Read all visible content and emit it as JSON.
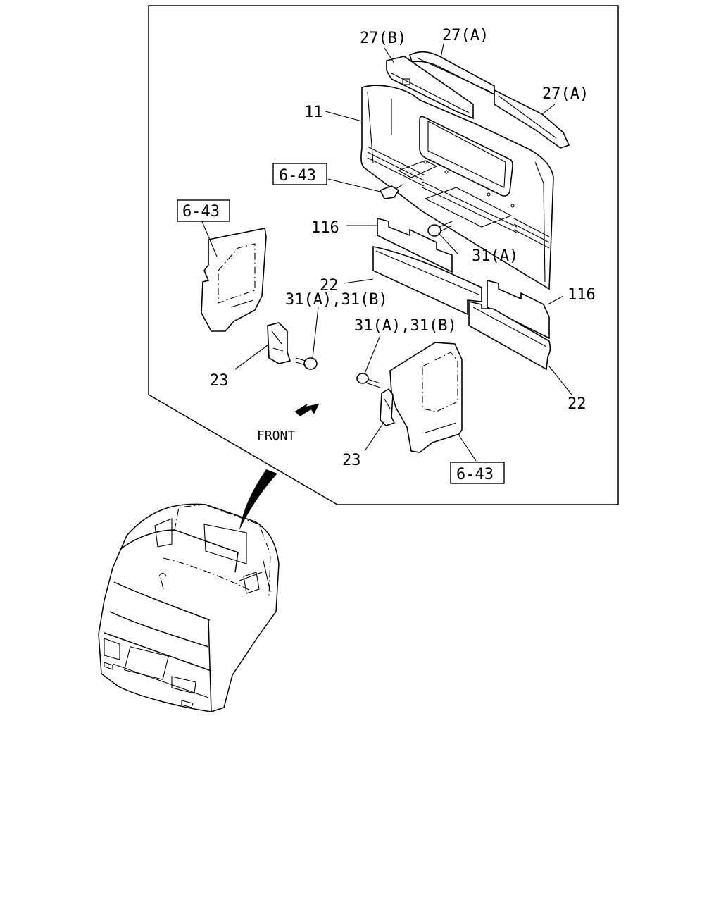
{
  "diagram": {
    "labels": {
      "p27b": "27(B)",
      "p27a_top": "27(A)",
      "p27a_right": "27(A)",
      "p11": "11",
      "ref_643_a": "6-43",
      "ref_643_b": "6-43",
      "ref_643_c": "6-43",
      "p116_left": "116",
      "p116_right": "116",
      "p31a": "31(A)",
      "p22_left": "22",
      "p22_right": "22",
      "p31ab_left": "31(A),31(B)",
      "p31ab_right": "31(A),31(B)",
      "p23_left": "23",
      "p23_right": "23",
      "front": "FRONT"
    }
  }
}
